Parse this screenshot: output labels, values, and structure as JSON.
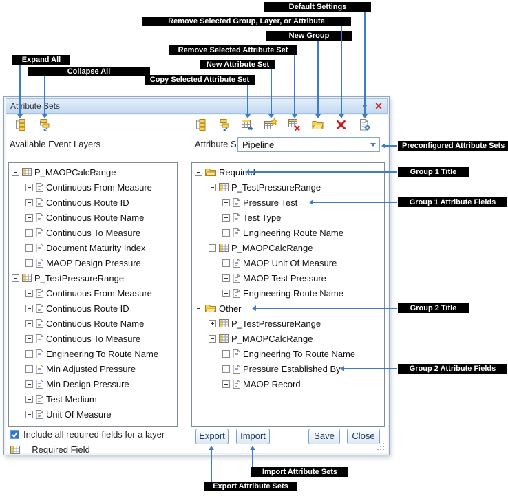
{
  "callouts": {
    "default_settings": "Default Settings",
    "remove_selected_group": "Remove Selected Group, Layer, or Attribute",
    "new_group": "New Group",
    "remove_selected_attribute_set": "Remove Selected Attribute Set",
    "new_attribute_set": "New Attribute Set",
    "expand_all": "Expand All",
    "collapse_all": "Collapse All",
    "copy_selected_attribute_set": "Copy Selected Attribute Set",
    "preconfigured_attribute_sets": "Preconfigured Attribute Sets",
    "group1_title": "Group 1 Title",
    "group1_attribute_fields": "Group 1 Attribute Fields",
    "group2_title": "Group 2 Title",
    "group2_attribute_fields": "Group 2 Attribute Fields",
    "import_attribute_sets": "Import Attribute Sets",
    "export_attribute_sets": "Export Attribute Sets"
  },
  "dialog": {
    "title": "Attribute Sets",
    "available_layers_label": "Available Event Layers",
    "attribute_set_label": "Attribute Set:",
    "attribute_set_value": "Pipeline",
    "include_checkbox_label": "Include all required fields for a layer",
    "include_checkbox_checked": true,
    "required_field_legend": "= Required Field",
    "buttons": {
      "export": "Export",
      "import": "Import",
      "save": "Save",
      "close": "Close"
    }
  },
  "icons": {
    "toolbar": [
      "expand-all",
      "collapse-all",
      "expand-all",
      "collapse-all",
      "copy-attribute-set",
      "new-attribute-set",
      "remove-attribute-set",
      "new-group",
      "remove-selected",
      "default-settings"
    ],
    "tree": [
      "layer",
      "doc",
      "folder"
    ],
    "colors": {
      "arrow": "#3d7cc9",
      "callout_bg": "#000000",
      "callout_text": "#ffffff"
    }
  },
  "available_layers_tree": [
    {
      "level": 0,
      "exp": "-",
      "icon": "layer",
      "label": "P_MAOPCalcRange"
    },
    {
      "level": 1,
      "exp": "-",
      "icon": "doc",
      "label": "Continuous From Measure"
    },
    {
      "level": 1,
      "exp": "-",
      "icon": "doc",
      "label": "Continuous Route ID"
    },
    {
      "level": 1,
      "exp": "-",
      "icon": "doc",
      "label": "Continuous Route Name"
    },
    {
      "level": 1,
      "exp": "-",
      "icon": "doc",
      "label": "Continuous To Measure"
    },
    {
      "level": 1,
      "exp": "-",
      "icon": "doc",
      "label": "Document Maturity Index"
    },
    {
      "level": 1,
      "exp": "-",
      "icon": "doc",
      "label": "MAOP Design Pressure"
    },
    {
      "level": 0,
      "exp": "-",
      "icon": "layer",
      "label": "P_TestPressureRange"
    },
    {
      "level": 1,
      "exp": "-",
      "icon": "doc",
      "label": "Continuous From Measure"
    },
    {
      "level": 1,
      "exp": "-",
      "icon": "doc",
      "label": "Continuous Route ID"
    },
    {
      "level": 1,
      "exp": "-",
      "icon": "doc",
      "label": "Continuous Route Name"
    },
    {
      "level": 1,
      "exp": "-",
      "icon": "doc",
      "label": "Continuous To Measure"
    },
    {
      "level": 1,
      "exp": "-",
      "icon": "doc",
      "label": "Engineering To Route Name"
    },
    {
      "level": 1,
      "exp": "-",
      "icon": "doc",
      "label": "Min Adjusted Pressure"
    },
    {
      "level": 1,
      "exp": "-",
      "icon": "doc",
      "label": "Min Design Pressure"
    },
    {
      "level": 1,
      "exp": "-",
      "icon": "doc",
      "label": "Test Medium"
    },
    {
      "level": 1,
      "exp": "-",
      "icon": "doc",
      "label": "Unit Of Measure"
    }
  ],
  "attribute_set_tree": [
    {
      "level": 0,
      "exp": "-",
      "icon": "folder",
      "label": "Required"
    },
    {
      "level": 1,
      "exp": "-",
      "icon": "layer",
      "label": "P_TestPressureRange"
    },
    {
      "level": 2,
      "exp": "-",
      "icon": "doc",
      "label": "Pressure Test"
    },
    {
      "level": 2,
      "exp": "-",
      "icon": "doc",
      "label": "Test Type"
    },
    {
      "level": 2,
      "exp": "-",
      "icon": "doc",
      "label": "Engineering Route Name"
    },
    {
      "level": 1,
      "exp": "-",
      "icon": "layer",
      "label": "P_MAOPCalcRange"
    },
    {
      "level": 2,
      "exp": "-",
      "icon": "doc",
      "label": "MAOP Unit Of Measure"
    },
    {
      "level": 2,
      "exp": "-",
      "icon": "doc",
      "label": "MAOP Test Pressure"
    },
    {
      "level": 2,
      "exp": "-",
      "icon": "doc",
      "label": "Engineering Route Name"
    },
    {
      "level": 0,
      "exp": "-",
      "icon": "folder",
      "label": "Other"
    },
    {
      "level": 1,
      "exp": "+",
      "icon": "layer",
      "label": "P_TestPressureRange"
    },
    {
      "level": 1,
      "exp": "-",
      "icon": "layer",
      "label": "P_MAOPCalcRange"
    },
    {
      "level": 2,
      "exp": "-",
      "icon": "doc",
      "label": "Engineering To Route Name"
    },
    {
      "level": 2,
      "exp": "-",
      "icon": "doc",
      "label": "Pressure Established By"
    },
    {
      "level": 2,
      "exp": "-",
      "icon": "doc",
      "label": "MAOP Record"
    }
  ]
}
